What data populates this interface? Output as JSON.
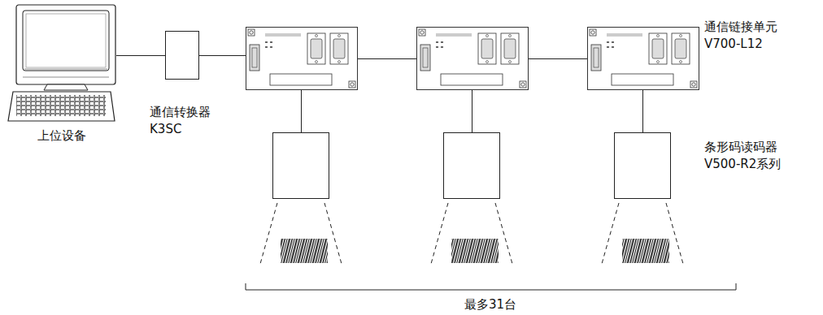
{
  "diagram": {
    "nodes": [
      {
        "text": [
          "上位设备"
        ]
      },
      {
        "text": [
          "通信转换器 K3SC"
        ]
      },
      {
        "text": []
      },
      {
        "text": []
      },
      {
        "text": [
          "通信链接单元 V700-L12"
        ]
      },
      {
        "text": []
      },
      {
        "text": []
      },
      {
        "text": [
          "条形码读码器 V500-R2系列"
        ]
      }
    ],
    "edges": [
      {
        "from": 0,
        "to": 1,
        "arrow": "none"
      },
      {
        "from": 1,
        "to": 2,
        "arrow": "none"
      },
      {
        "from": 2,
        "to": 3,
        "arrow": "none"
      },
      {
        "from": 3,
        "to": 4,
        "arrow": "none"
      },
      {
        "from": 2,
        "to": 5,
        "arrow": "none"
      },
      {
        "from": 3,
        "to": 6,
        "arrow": "none"
      },
      {
        "from": 4,
        "to": 7,
        "arrow": "none"
      }
    ],
    "labels": [
      "最多31台"
    ]
  }
}
